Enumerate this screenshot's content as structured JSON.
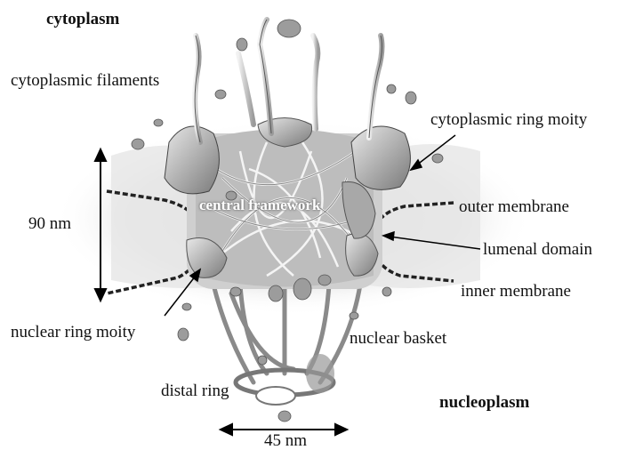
{
  "regions": {
    "top": "cytoplasm",
    "bottom": "nucleoplasm"
  },
  "labels": {
    "cytoplasmic_filaments": "cytoplasmic filaments",
    "cytoplasmic_ring_moity": "cytoplasmic ring moity",
    "central_framework": "central framework",
    "outer_membrane": "outer membrane",
    "lumenal_domain": "lumenal domain",
    "inner_membrane": "inner membrane",
    "nuclear_ring_moity": "nuclear ring moity",
    "nuclear_basket": "nuclear basket",
    "distal_ring": "distal ring"
  },
  "dimensions": {
    "height": "90 nm",
    "width": "45 nm"
  }
}
